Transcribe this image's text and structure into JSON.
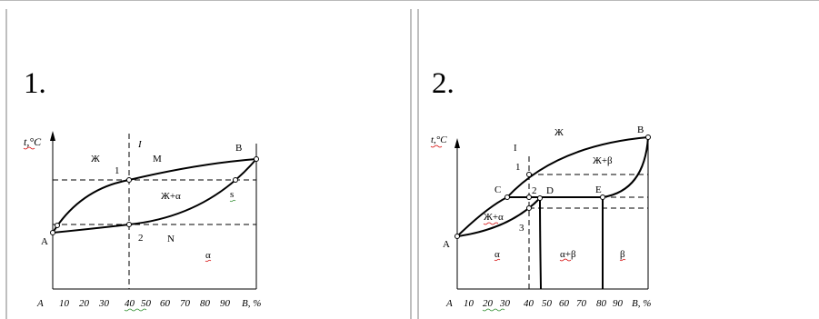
{
  "panels": [
    {
      "number": "1.",
      "ylabel": "t,°C",
      "xticks": [
        "A",
        "10",
        "20",
        "30",
        "40",
        "50",
        "60",
        "70",
        "80",
        "90",
        "B, %"
      ],
      "labels": {
        "liquid": "Ж",
        "line_roman": "I",
        "point_m": "M",
        "point_b": "B",
        "point_1": "1",
        "liquid_alpha": "Ж+α",
        "point_s": "s",
        "point_a": "A",
        "point_2": "2",
        "point_n": "N",
        "alpha": "α"
      }
    },
    {
      "number": "2.",
      "ylabel": "t,°C",
      "xticks": [
        "A",
        "10",
        "20",
        "30",
        "40",
        "50",
        "60",
        "70",
        "80",
        "90",
        "B, %"
      ],
      "labels": {
        "liquid": "Ж",
        "point_b": "B",
        "line_roman": "I",
        "point_1": "1",
        "liquid_beta": "Ж+β",
        "point_c": "C",
        "point_2": "2",
        "point_d": "D",
        "point_e": "E",
        "liquid_alpha": "Ж+α",
        "point_3": "3",
        "point_a": "A",
        "alpha": "α",
        "alpha_beta": "α+β",
        "beta": "β"
      }
    }
  ]
}
